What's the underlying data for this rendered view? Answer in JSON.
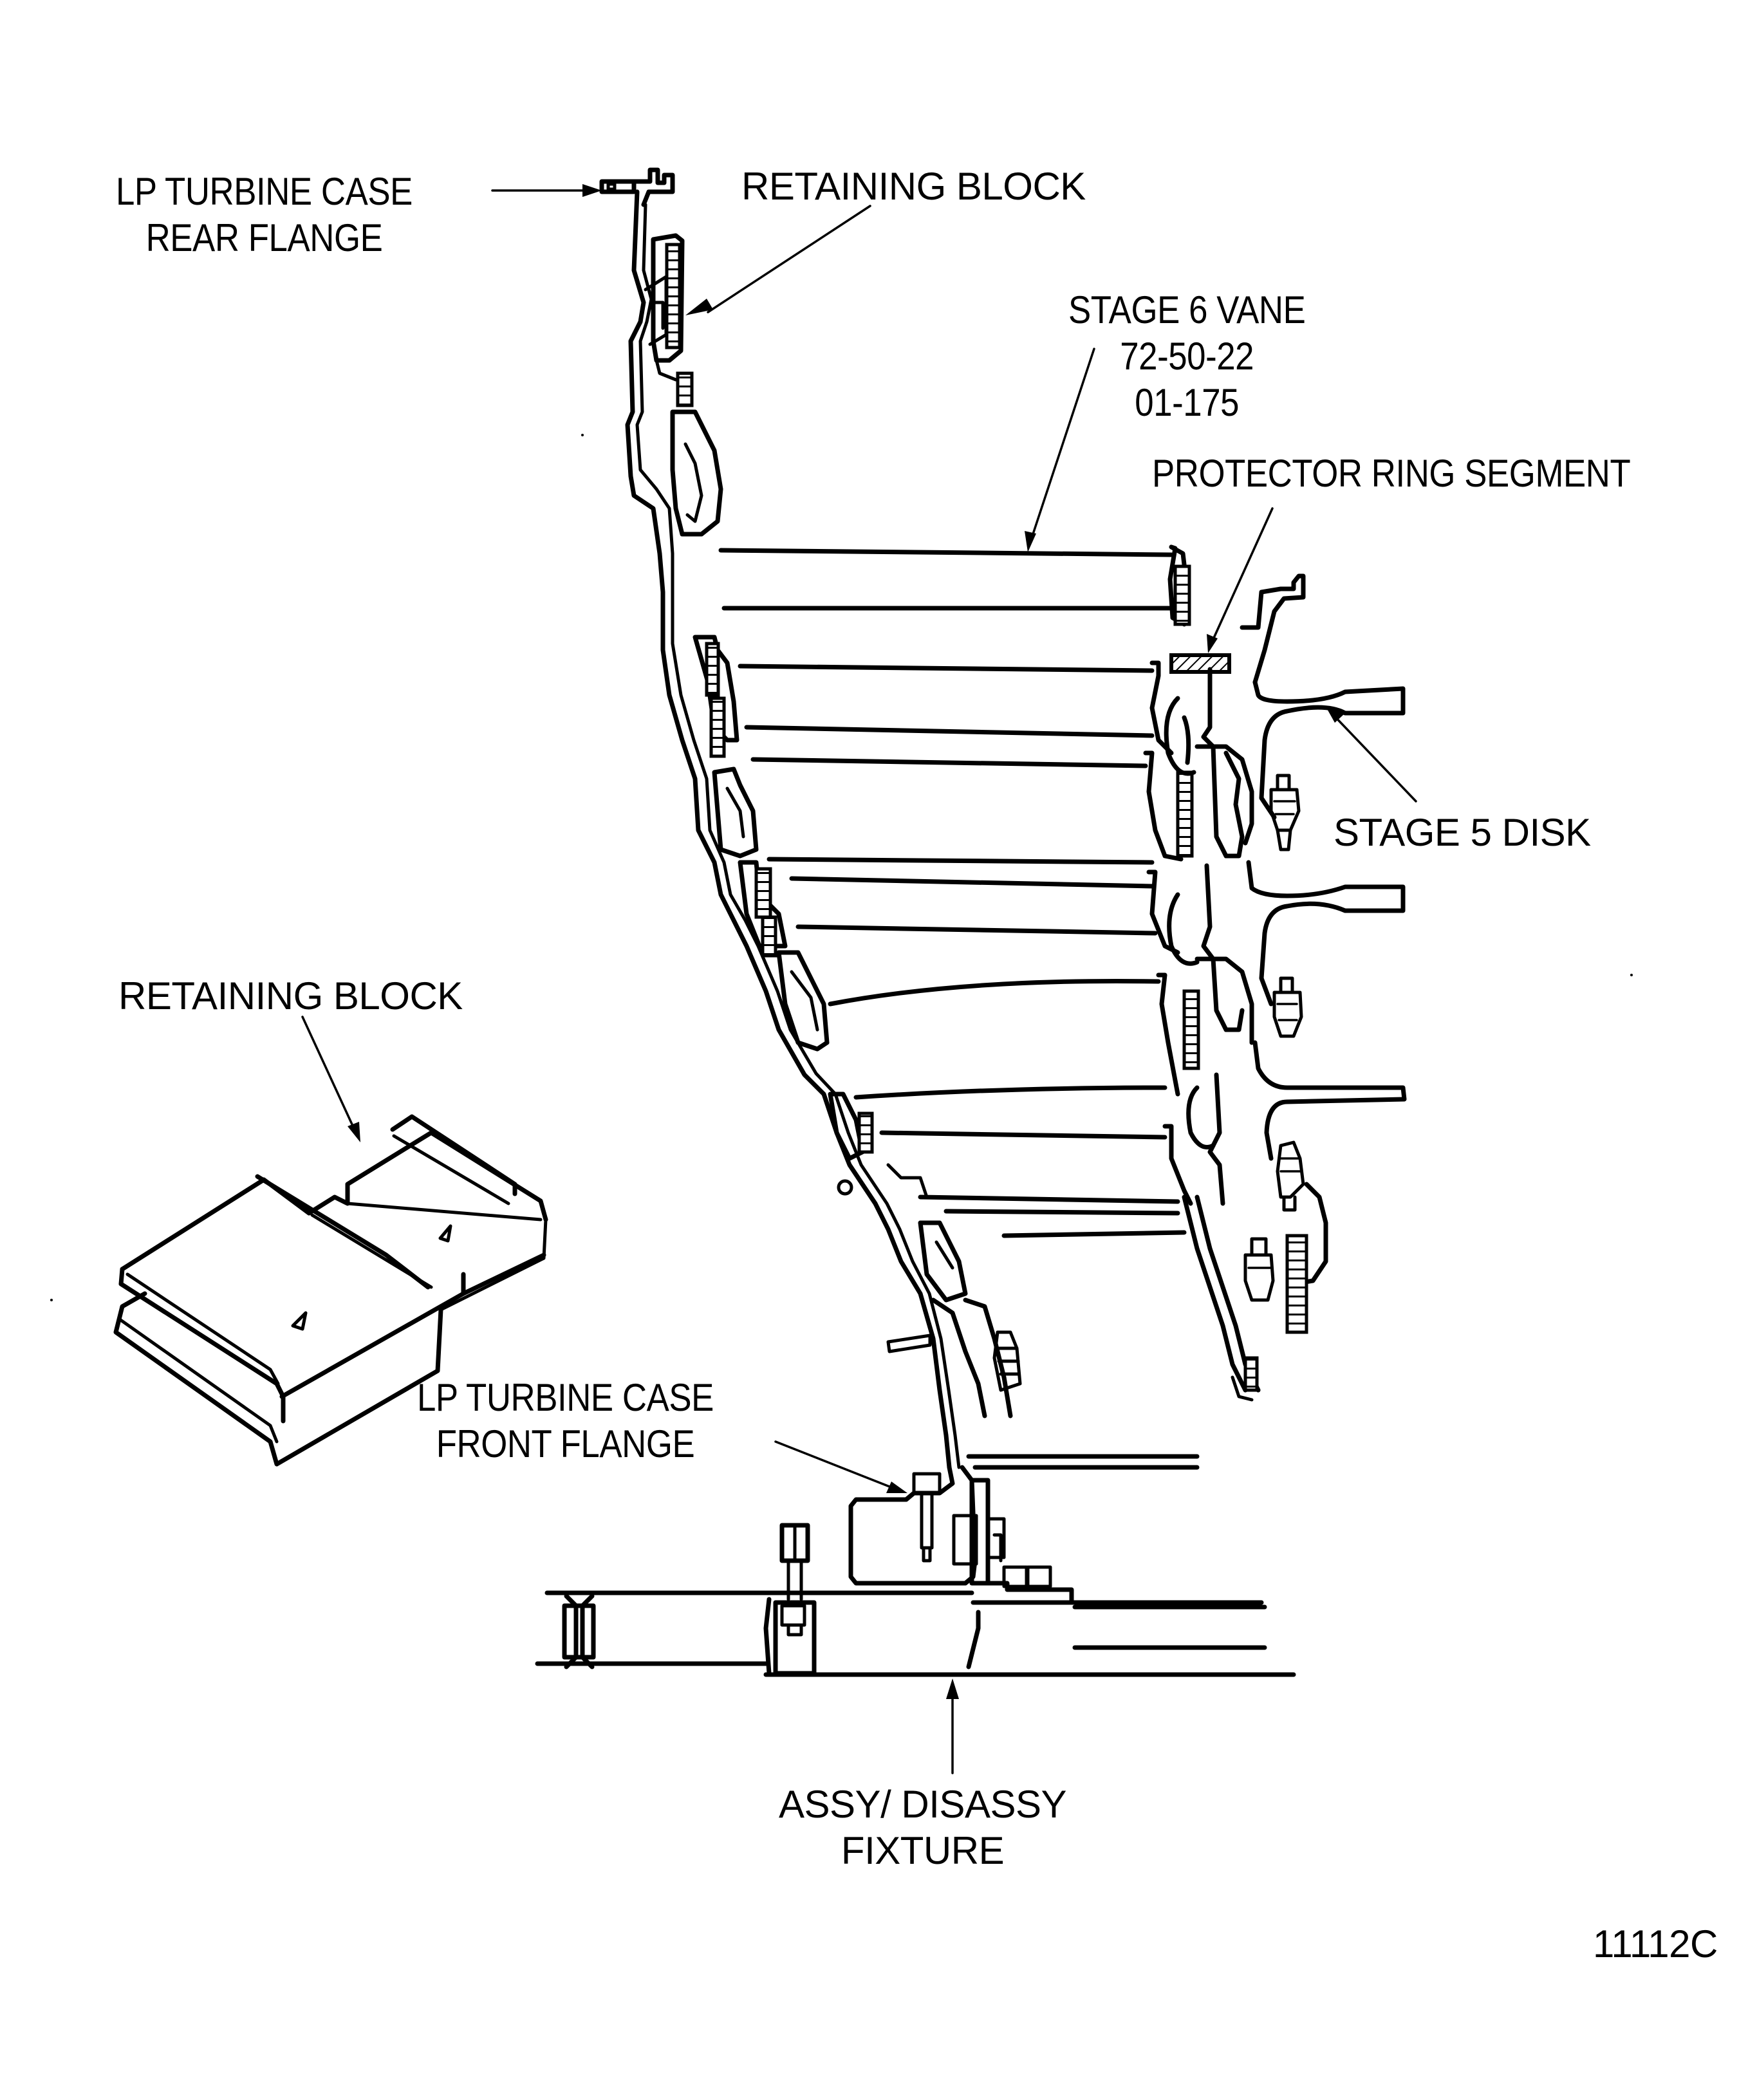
{
  "figure": {
    "id": "11112C",
    "subject": "LP turbine module cross-section on assembly fixture",
    "colors": {
      "ink": "#000000",
      "paper": "#ffffff"
    }
  },
  "labels": {
    "rear_flange": {
      "line1": "LP TURBINE CASE",
      "line2": "REAR FLANGE"
    },
    "retaining_block_top": {
      "text": "RETAINING BLOCK"
    },
    "stage6_vane": {
      "line1": "STAGE 6 VANE",
      "line2": "72-50-22",
      "line3": "01-175"
    },
    "protector_ring": {
      "text": "PROTECTOR RING SEGMENT"
    },
    "stage5_disk": {
      "text": "STAGE 5 DISK"
    },
    "retaining_block_detail": {
      "text": "RETAINING BLOCK"
    },
    "front_flange": {
      "line1": "LP TURBINE CASE",
      "line2": "FRONT FLANGE"
    },
    "fixture": {
      "line1": "ASSY/ DISASSY",
      "line2": "FIXTURE"
    }
  }
}
